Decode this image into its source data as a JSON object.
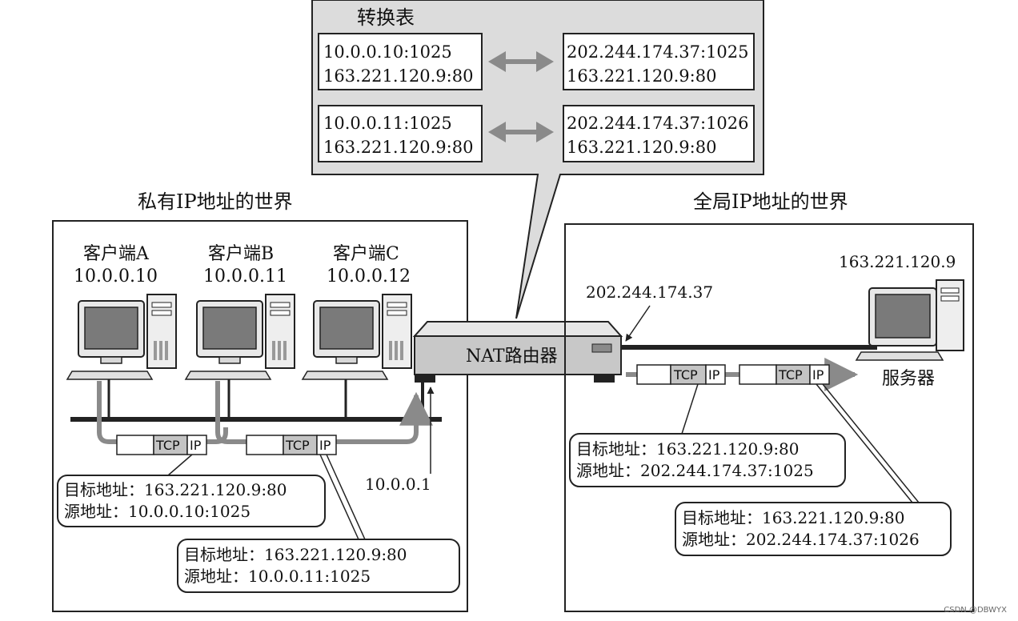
{
  "table": {
    "title": "转换表",
    "rows": [
      {
        "private_line1": "10.0.0.10:1025",
        "private_line2": "163.221.120.9:80",
        "global_line1": "202.244.174.37:1025",
        "global_line2": "163.221.120.9:80"
      },
      {
        "private_line1": "10.0.0.11:1025",
        "private_line2": "163.221.120.9:80",
        "global_line1": "202.244.174.37:1026",
        "global_line2": "163.221.120.9:80"
      }
    ]
  },
  "private_world": {
    "title": "私有IP地址的世界",
    "clients": [
      {
        "name": "客户端A",
        "ip": "10.0.0.10"
      },
      {
        "name": "客户端B",
        "ip": "10.0.0.11"
      },
      {
        "name": "客户端C",
        "ip": "10.0.0.12"
      }
    ],
    "router_inside_ip": "10.0.0.1",
    "packet_tcp": "TCP",
    "packet_ip": "IP",
    "packets": [
      {
        "dest": "目标地址：163.221.120.9:80",
        "src": "源地址：10.0.0.10:1025"
      },
      {
        "dest": "目标地址：163.221.120.9:80",
        "src": "源地址：10.0.0.11:1025"
      }
    ]
  },
  "router": {
    "label": "NAT路由器",
    "outside_ip": "202.244.174.37"
  },
  "global_world": {
    "title": "全局IP地址的世界",
    "server_ip": "163.221.120.9",
    "server_label": "服务器",
    "packets": [
      {
        "dest": "目标地址：163.221.120.9:80",
        "src": "源地址：202.244.174.37:1025"
      },
      {
        "dest": "目标地址：163.221.120.9:80",
        "src": "源地址：202.244.174.37:1026"
      }
    ]
  },
  "watermark": "CSDN @DBWYX",
  "colors": {
    "screen": "#7a7a7a",
    "callout": "#dcdcdc",
    "router": "#c8c8c8",
    "arrow": "#8a8a8a",
    "packet_shade": "#c4c4c4"
  }
}
